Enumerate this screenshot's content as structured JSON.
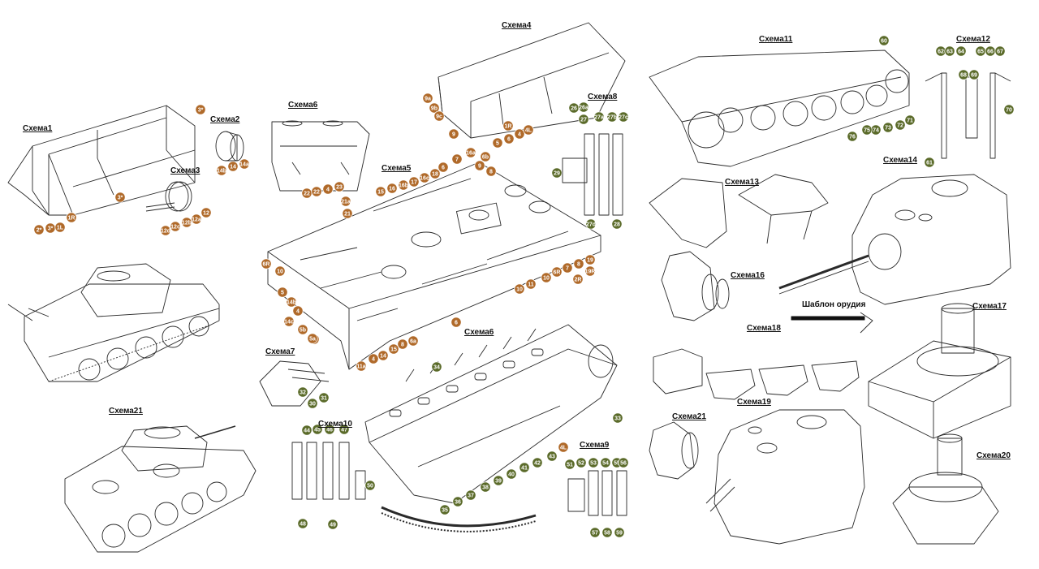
{
  "colors": {
    "stroke": "#2a2a2a",
    "brown": "#b06a2a",
    "green": "#5b6b2a",
    "dark_green": "#4a5322",
    "hatch": "#555555",
    "white": "#ffffff"
  },
  "scheme_labels": {
    "s1": "Схема1",
    "s2": "Схема2",
    "s3": "Схема3",
    "s4": "Схема4",
    "s5": "Схема5",
    "s6a": "Схема6",
    "s6b": "Схема6",
    "s7": "Схема7",
    "s8": "Схема8",
    "s9": "Схема9",
    "s10": "Схема10",
    "s11": "Схема11",
    "s12": "Схема12",
    "s13": "Схема13",
    "s14": "Схема14",
    "s16": "Схема16",
    "s17": "Схема17",
    "s18": "Схема18",
    "s19": "Схема19",
    "s20": "Схема20",
    "s21a": "Схема21",
    "s21b": "Схема21",
    "gun_template": "Шаблон орудия"
  },
  "markers_brown": [
    "3*",
    "2*",
    "3*",
    "1L",
    "1R",
    "3*",
    "14",
    "14b",
    "14a",
    "12",
    "12a",
    "12b",
    "12c",
    "12d",
    "9a",
    "9",
    "9b",
    "9c",
    "4",
    "4L",
    "5",
    "6",
    "1R",
    "22",
    "22",
    "4",
    "23",
    "21",
    "21a",
    "15",
    "16",
    "16b",
    "17",
    "18",
    "16c",
    "16a",
    "7",
    "6",
    "6b",
    "9",
    "8",
    "19",
    "8",
    "7",
    "6R",
    "10",
    "11",
    "10",
    "11a",
    "4",
    "14",
    "15",
    "8",
    "6a",
    "6",
    "5",
    "4",
    "14b",
    "14c",
    "12",
    "5b",
    "5a",
    "10",
    "6R",
    "4L",
    "2R",
    "19R"
  ],
  "markers_green": [
    "26",
    "26a",
    "27",
    "27a",
    "27b",
    "27c",
    "27d",
    "28",
    "29",
    "30",
    "31",
    "32",
    "33",
    "34",
    "35",
    "36",
    "37",
    "38",
    "39",
    "40",
    "41",
    "42",
    "43",
    "44",
    "45",
    "46",
    "47",
    "48",
    "49",
    "50",
    "51",
    "52",
    "53",
    "54",
    "55",
    "56",
    "57",
    "58",
    "59",
    "60",
    "61",
    "62",
    "63",
    "64",
    "65",
    "66",
    "67",
    "68",
    "69",
    "70",
    "71",
    "72",
    "73",
    "74",
    "75",
    "76"
  ]
}
